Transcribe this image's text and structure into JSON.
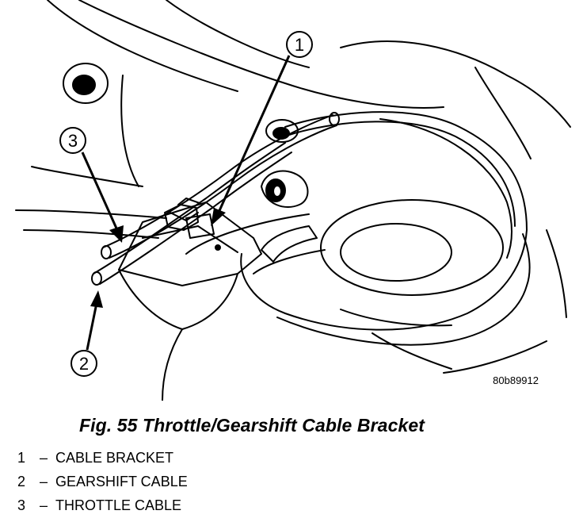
{
  "figure": {
    "image_code": "80b89912",
    "caption": "Fig. 55 Throttle/Gearshift Cable Bracket",
    "callouts": [
      {
        "number": "1",
        "name": "CABLE BRACKET"
      },
      {
        "number": "2",
        "name": "GEARSHIFT CABLE"
      },
      {
        "number": "3",
        "name": "THROTTLE CABLE"
      }
    ],
    "legend_separator": "–"
  }
}
